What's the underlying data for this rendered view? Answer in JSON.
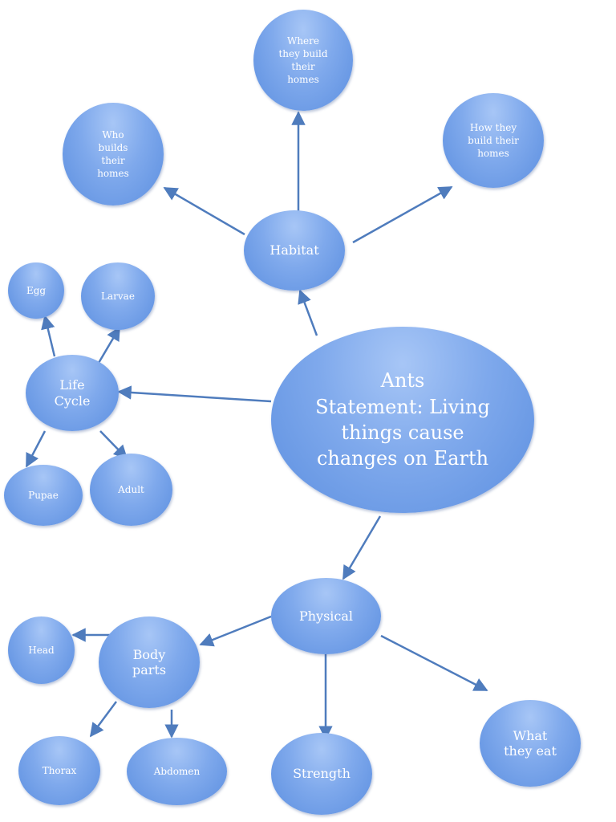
{
  "diagram": {
    "center": "Ants\nStatement: Living\nthings cause\nchanges on Earth",
    "habitat": "Habitat",
    "where_build": "Where\nthey build\ntheir\nhomes",
    "who_builds": "Who\nbuilds\ntheir\nhomes",
    "how_build": "How they\nbuild their\nhomes",
    "life_cycle": "Life\nCycle",
    "egg": "Egg",
    "larvae": "Larvae",
    "pupae": "Pupae",
    "adult": "Adult",
    "physical": "Physical",
    "body_parts": "Body\nparts",
    "head": "Head",
    "thorax": "Thorax",
    "abdomen": "Abdomen",
    "strength": "Strength",
    "what_eat": "What\nthey eat"
  },
  "colors": {
    "node_fill": "#7fa9ec",
    "node_text": "#ffffff",
    "arrow": "#4f7cbd"
  }
}
